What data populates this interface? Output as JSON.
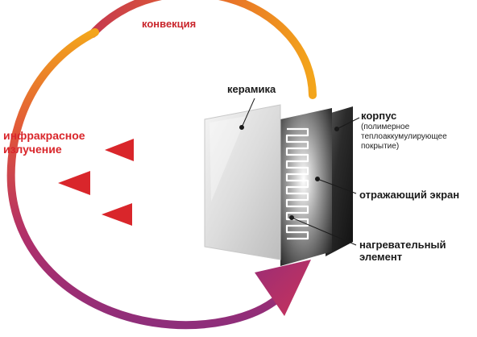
{
  "labels": {
    "convection": "конвекция",
    "ceramic": "керамика",
    "infrared_line1": "инфракрасное",
    "infrared_line2": "излучение",
    "body": "корпус",
    "body_desc_line1": "(полимерное",
    "body_desc_line2": "теплоаккумулирующее",
    "body_desc_line3": "покрытие)",
    "reflective_screen": "отражающий экран",
    "heating_line1": "нагревательный",
    "heating_line2": "элемент"
  },
  "colors": {
    "arc_start": "#f3a51b",
    "arc_mid": "#c42c5f",
    "arc_end": "#8e2e7a",
    "infrared": "#d9262b",
    "dash": "#f39a1d",
    "red_text": "#c9252b"
  }
}
